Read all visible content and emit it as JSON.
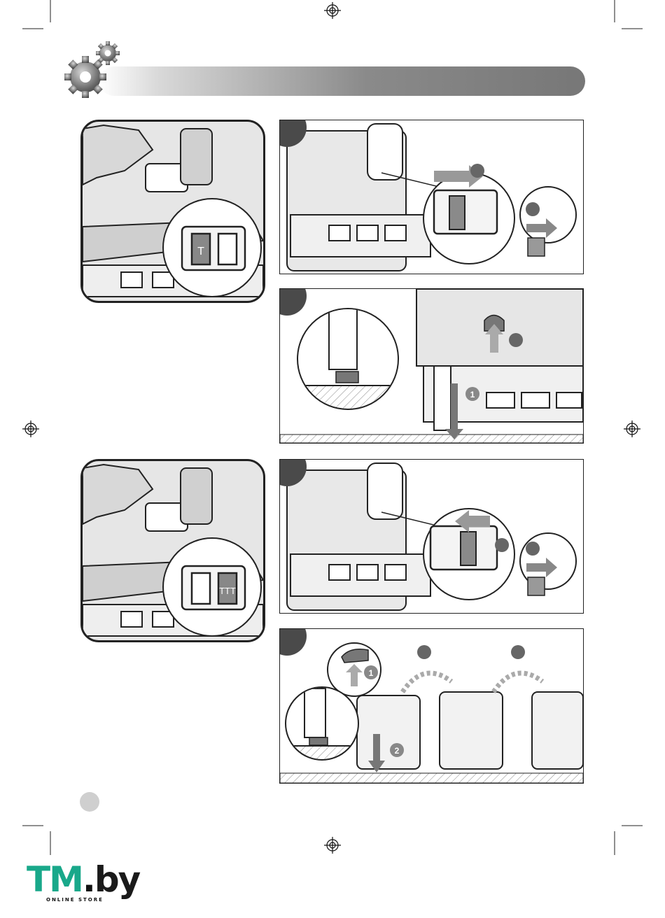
{
  "illustration": {
    "slider_mark_single": "T",
    "slider_mark_bump": "TTT",
    "callout_number_1": "1",
    "callout_number_2": "2"
  },
  "logo": {
    "brand_tm": "TM",
    "brand_by": "by",
    "tagline": "ONLINE STORE",
    "color_green": "#19a88a",
    "color_dark": "#1a1a1a"
  },
  "header": {
    "icon": "gears-icon",
    "bar_color": "#777777"
  }
}
